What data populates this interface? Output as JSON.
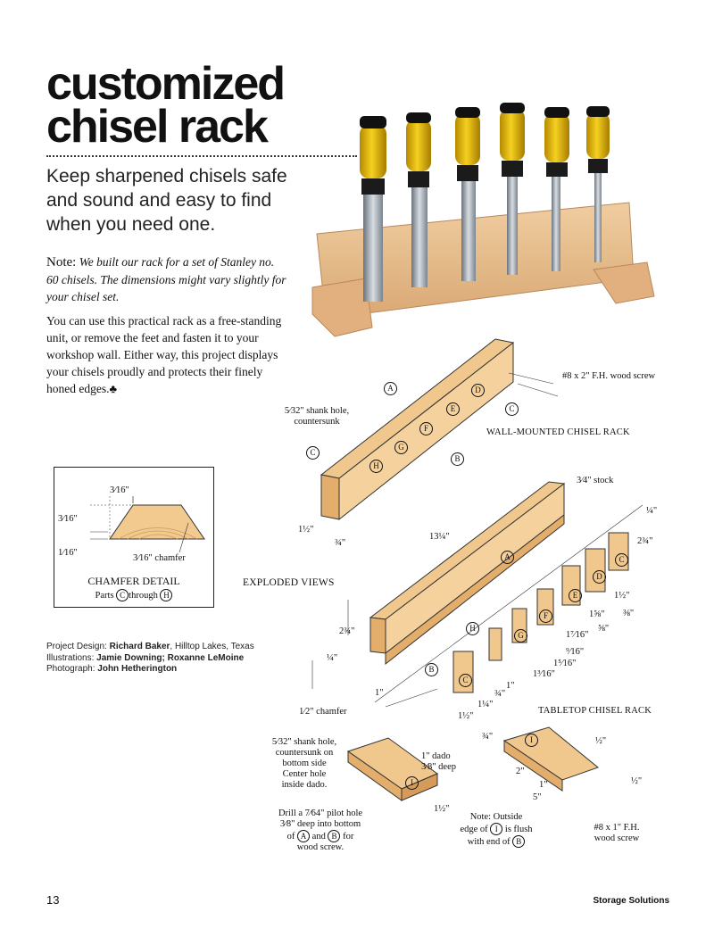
{
  "title": {
    "line1": "customized",
    "line2": "chisel rack"
  },
  "lead": "Keep sharpened chisels safe and sound and easy to find when you need one.",
  "note": {
    "label": "Note:",
    "text": "We built our rack for a set of Stanley no. 60 chisels. The dimensions might vary slightly for your chisel set."
  },
  "body": "You can use this practical rack as a free-standing unit, or remove the feet and fasten it to your workshop wall. Either way, this project displays your chisels proudly and protects their finely honed edges.",
  "chamfer_detail": {
    "title": "CHAMFER DETAIL",
    "parts_word": "Parts",
    "part_from": "C",
    "through_word": "through",
    "part_to": "H",
    "dim_top": "3⁄16\"",
    "dim_left": "3⁄16\"",
    "dim_bottom_left": "1⁄16\"",
    "chamfer_label": "3⁄16\" chamfer"
  },
  "credits": {
    "design_label": "Project Design:",
    "design_name": "Richard Baker",
    "design_place": ", Hilltop Lakes, Texas",
    "illus_label": "Illustrations:",
    "illus_names": "Jamie Downing; Roxanne LeMoine",
    "photo_label": "Photograph:",
    "photo_name": "John Hetherington"
  },
  "diagram": {
    "wall_screw": "#8 x 2\" F.H. wood screw",
    "shank_hole": "5⁄32\" shank hole,",
    "countersunk": "countersunk",
    "wall_title": "WALL-MOUNTED CHISEL RACK",
    "stock": "3⁄4\" stock",
    "exploded": "EXPLODED VIEWS",
    "tabletop_title": "TABLETOP CHISEL RACK",
    "chamfer_half": "1⁄2\" chamfer",
    "dado1": "1\" dado",
    "dado2": "3⁄8\" deep",
    "shank2_lines": [
      "5⁄32\" shank hole,",
      "countersunk on",
      "bottom side",
      "Center hole",
      "inside dado."
    ],
    "drill_lines": [
      "Drill a 7⁄64\" pilot hole",
      "3⁄8\" deep into bottom",
      "of",
      "and",
      "for",
      "wood screw."
    ],
    "outside_lines": [
      "Note: Outside",
      "edge of",
      "is flush",
      "with end of"
    ],
    "screw2_lines": [
      "#8 x 1\" F.H.",
      "wood screw"
    ],
    "parts": [
      "A",
      "B",
      "C",
      "D",
      "E",
      "F",
      "G",
      "H",
      "I"
    ],
    "dims": {
      "d13_1_4": "13¼\"",
      "d1_1_2": "1½\"",
      "d3_4": "¾\"",
      "d2_3_4": "2¾\"",
      "d1_4": "¼\"",
      "d1": "1\"",
      "d1_1_4": "1¼\"",
      "d1_3_16": "1³⁄16\"",
      "d1_5_16": "1⁵⁄16\"",
      "d1_7_16": "1⁷⁄16\"",
      "d1_5_8": "1⅝\"",
      "d5_8": "⅝\"",
      "d3_8": "⅜\"",
      "d9_16": "⁹⁄16\"",
      "d1_2": "½\"",
      "d2": "2\"",
      "d5": "5\""
    }
  },
  "footer": {
    "page": "13",
    "section": "Storage Solutions"
  }
}
